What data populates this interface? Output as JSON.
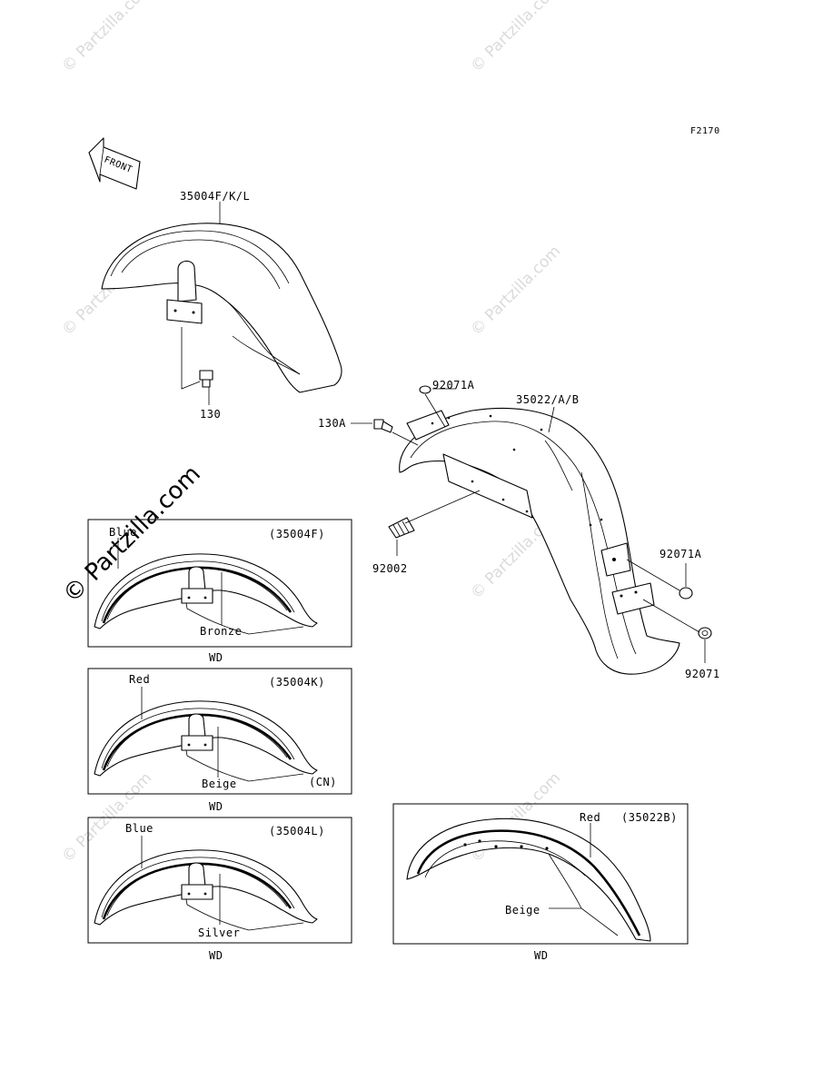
{
  "figure_code": "F2170",
  "front_arrow_text": "FRONT",
  "watermark_text": "© Partzilla.com",
  "main": {
    "front_fender": "35004F/K/L",
    "bolt_front": "130",
    "bolt_rear": "130A",
    "rear_fender": "35022/A/B",
    "bolt_long": "92002",
    "grommet_top": "92071A",
    "grommet_side": "92071A",
    "washer": "92071"
  },
  "variants": [
    {
      "code": "(35004F)",
      "color_top": "Blue",
      "color_bottom": "Bronze",
      "extra": "",
      "region": "WD"
    },
    {
      "code": "(35004K)",
      "color_top": "Red",
      "color_bottom": "Beige",
      "extra": "(CN)",
      "region": "WD"
    },
    {
      "code": "(35004L)",
      "color_top": "Blue",
      "color_bottom": "Silver",
      "extra": "",
      "region": "WD"
    },
    {
      "code": "(35022B)",
      "color_top": "Red",
      "color_bottom": "Beige",
      "extra": "",
      "region": "WD"
    }
  ]
}
